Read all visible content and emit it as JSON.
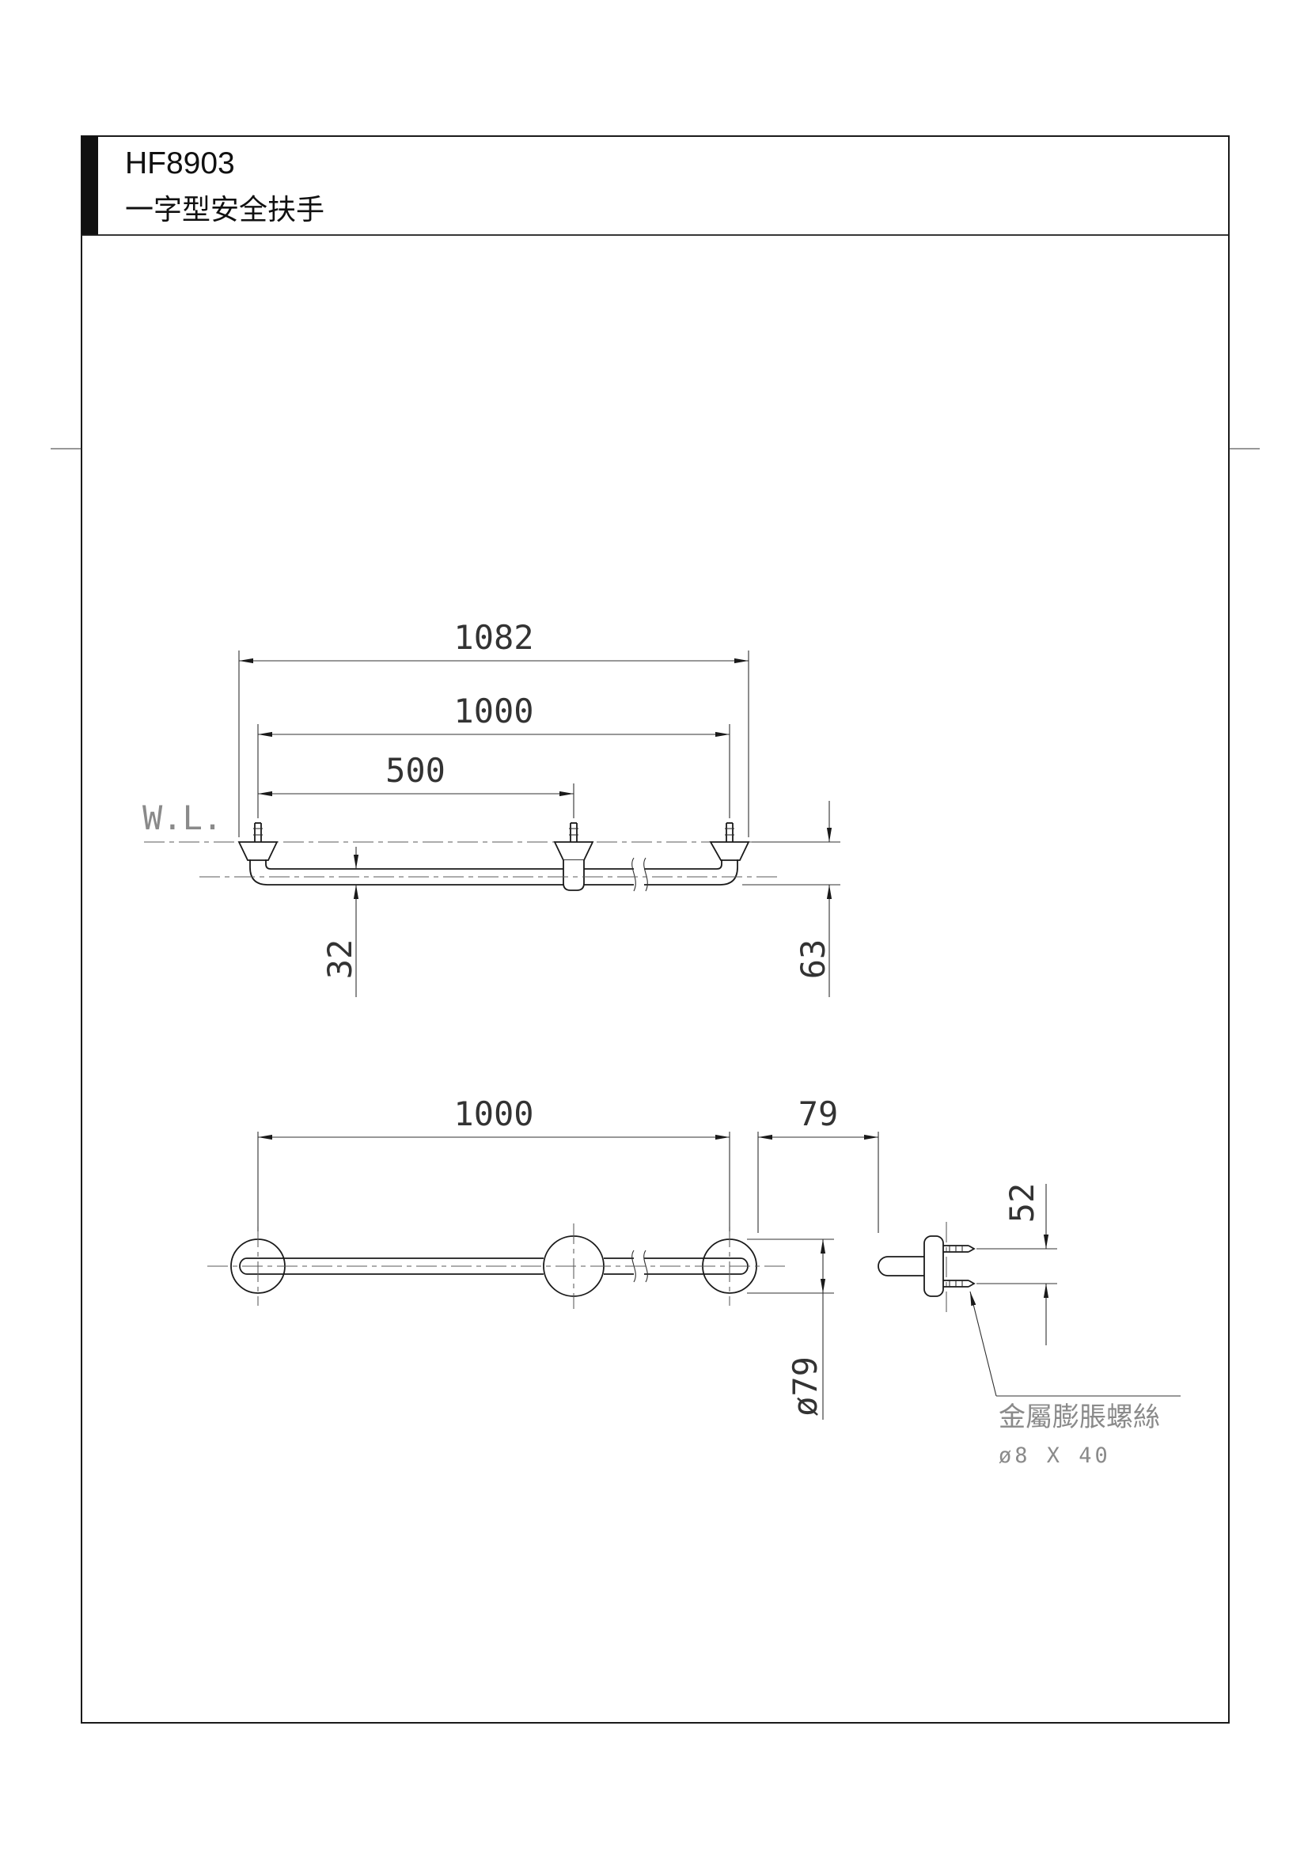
{
  "page": {
    "model": "HF8903",
    "product_name": "一字型安全扶手"
  },
  "front_view": {
    "dim_overall": "1082",
    "dim_centers": "1000",
    "dim_half": "500",
    "water_line_label": "W.L.",
    "dim_tube_dia": "32",
    "dim_wall_offset": "63"
  },
  "plan_view": {
    "dim_centers": "1000",
    "dim_projection": "79",
    "dim_screw_spacing": "52",
    "dim_flange_dia": "ø79"
  },
  "anchor_note": {
    "label": "金屬膨脹螺絲",
    "spec": "ø8 X 40"
  },
  "colors": {
    "line": "#1a1a1a",
    "dim_text": "#333333",
    "muted_text": "#8a8a8a",
    "background": "#ffffff"
  }
}
